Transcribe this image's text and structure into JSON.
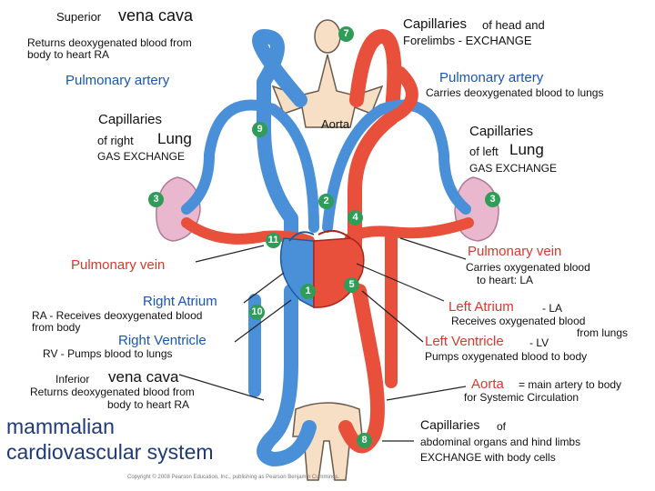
{
  "labels": {
    "svc_super": "Superior",
    "svc_name": "vena cava",
    "svc_desc1": "Returns deoxygenated blood from",
    "svc_desc2": "body to heart RA",
    "cap_head_1": "Capillaries",
    "cap_head_2": "of head and",
    "cap_head_3": "Forelimbs - EXCHANGE",
    "pa_left": "Pulmonary artery",
    "pa_right": "Pulmonary artery",
    "pa_right_desc": "Carries deoxygenated blood to lungs",
    "cap_rlung_1": "Capillaries",
    "cap_rlung_2": "of right",
    "cap_rlung_3": "Lung",
    "cap_rlung_4": "GAS EXCHANGE",
    "aorta_top": "Aorta",
    "cap_llung_1": "Capillaries",
    "cap_llung_2": "of left",
    "cap_llung_3": "Lung",
    "cap_llung_4": "GAS EXCHANGE",
    "pv_left": "Pulmonary vein",
    "pv_right": "Pulmonary vein",
    "pv_right_desc1": "Carries oxygenated  blood",
    "pv_right_desc2": "to heart: LA",
    "ra_title": "Right Atrium",
    "ra_desc1": "RA - Receives deoxygenated blood",
    "ra_desc2": "from body",
    "rv_title": "Right Ventricle",
    "rv_desc": "RV - Pumps blood to lungs",
    "la_title": "Left Atrium",
    "la_suffix": "- LA",
    "la_desc1": "Receives oxygenated blood",
    "la_desc2": "from lungs",
    "lv_title": "Left Ventricle",
    "lv_suffix": "- LV",
    "lv_desc": "Pumps oxygenated blood to body",
    "ivc_inferior": "Inferior",
    "ivc_name": "vena cava",
    "ivc_desc1": "Returns deoxygenated blood from",
    "ivc_desc2": "body to heart RA",
    "aorta_main": "Aorta",
    "aorta_main_desc": "= main artery to body",
    "aorta_main_desc2": "for Systemic Circulation",
    "cap_abd_1": "Capillaries",
    "cap_abd_2": "of",
    "cap_abd_3": "abdominal organs and hind limbs",
    "cap_abd_4": "EXCHANGE with body cells",
    "title1": "mammalian",
    "title2": "cardiovascular system",
    "copyright": "Copyright © 2008 Pearson Education, Inc., publishing as Pearson Benjamin Cummings."
  },
  "badges": {
    "b7": "7",
    "b9": "9",
    "b3a": "3",
    "b3b": "3",
    "b2": "2",
    "b4": "4",
    "b11": "11",
    "b1": "1",
    "b5": "5",
    "b10": "10",
    "b8": "8"
  },
  "colors": {
    "oxygenated": "#e8503c",
    "deoxygenated": "#4a90d9",
    "badge": "#2f9c57",
    "lung": "#e9b8cf",
    "body": "#f6dfc4"
  }
}
